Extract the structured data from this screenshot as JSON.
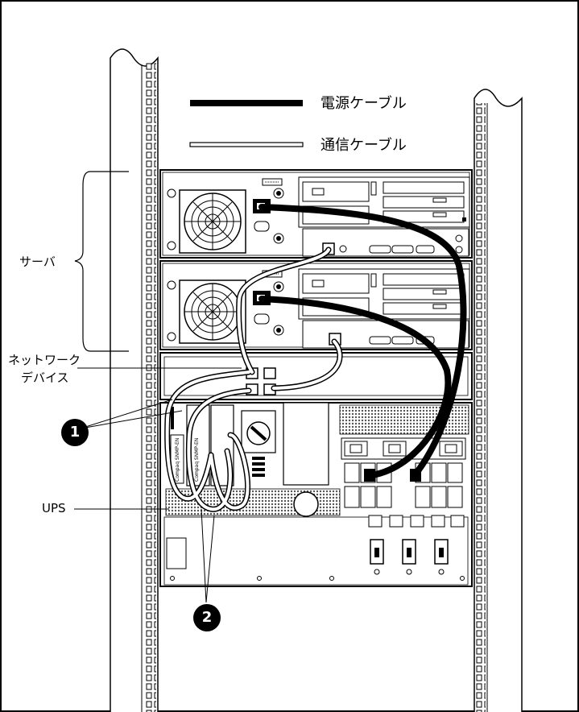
{
  "legend": {
    "power_cable": "電源ケーブル",
    "comm_cable": "通信ケーブル"
  },
  "labels": {
    "server": "サーバ",
    "network_device_line1": "ネットワーク",
    "network_device_line2": "デバイス",
    "ups": "UPS"
  },
  "callouts": [
    "1",
    "2"
  ],
  "card_text": [
    "Compaq SNMP-EN",
    "Compaq SNMP-EN"
  ],
  "colors": {
    "ink": "#000000",
    "comm_cable": "#ffffff",
    "vent": "#555555",
    "background": "#ffffff"
  }
}
